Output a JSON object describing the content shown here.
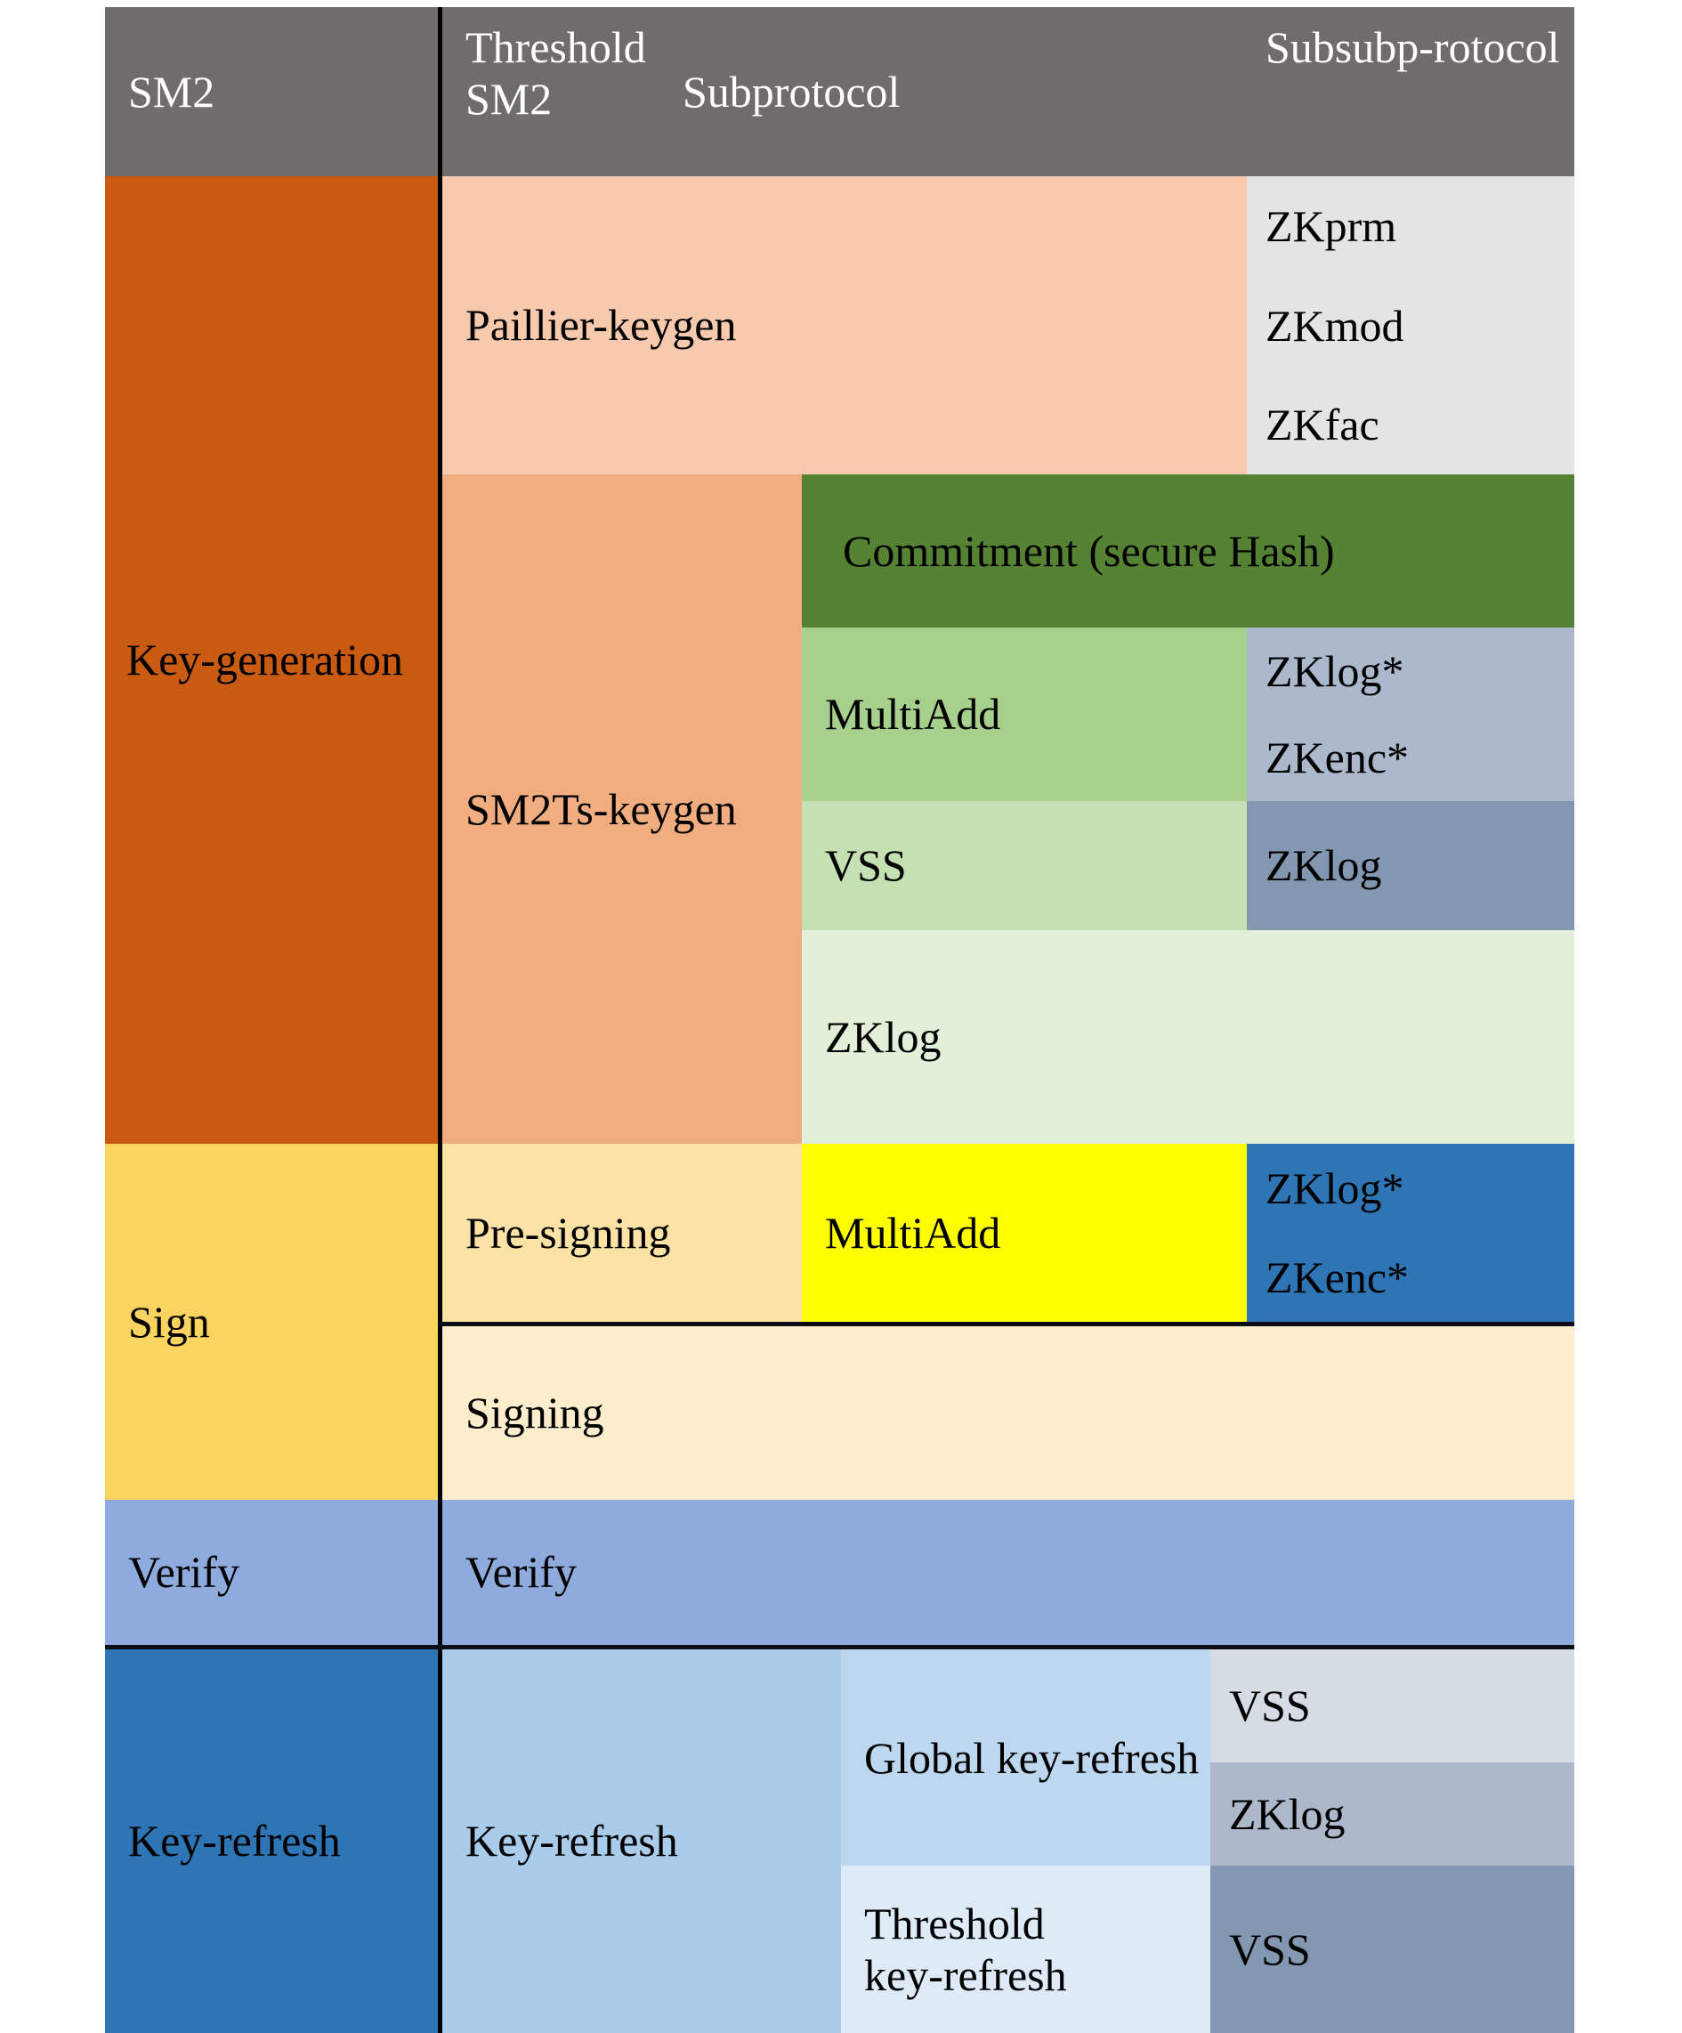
{
  "figure": {
    "kind": "table",
    "description": "SM2 / Threshold SM2 protocol decomposition table"
  },
  "colors": {
    "header_gray": "#706C6B",
    "keygen_orange": "#C85A12",
    "paillier_peach": "#F7CAAD",
    "sm2ts_peach": "#F1AD80",
    "zk_lightgray": "#E4E4E4",
    "commitment_green": "#568233",
    "multiadd_green": "#A8D08D",
    "vss_green": "#C5E0B3",
    "zklog_green": "#E2EFD9",
    "zk_bluegray_light": "#ACB9CD",
    "zk_bluegray_mid": "#8497B0",
    "sign_gold": "#FBD45F",
    "presign_lightgold": "#FCE2A4",
    "multiadd_yellow": "#FFFF00",
    "zk_blue": "#2E75B6",
    "signing_cream": "#FCEDCC",
    "verify_blue": "#8FAADC",
    "keyrefresh_blue": "#2E75B6",
    "keyrefresh_light": "#A9CCEA",
    "global_refresh": "#BDD7EE",
    "threshold_refresh": "#DEEAF6",
    "vss_gray_light": "#D5DCE4",
    "zklog_gray": "#ADB9CA",
    "vss_gray_mid": "#8497B0"
  },
  "header": {
    "col1": "SM2",
    "col2": "Threshold SM2",
    "col3": "Subprotocol",
    "col4": "Subsubp-rotocol"
  },
  "rows": {
    "keygen": {
      "level1": "Key-generation",
      "paillier": {
        "subprotocol": "Paillier-keygen",
        "subsub": [
          "ZKprm",
          "ZKmod",
          "ZKfac"
        ]
      },
      "sm2ts": {
        "subprotocol": "SM2Ts-keygen",
        "items": [
          {
            "label": "Commitment (secure Hash)",
            "subsub": []
          },
          {
            "label": "MultiAdd",
            "subsub": [
              "ZKlog*",
              "ZKenc*"
            ]
          },
          {
            "label": "VSS",
            "subsub": [
              "ZKlog"
            ]
          },
          {
            "label": "ZKlog",
            "subsub": []
          }
        ]
      }
    },
    "sign": {
      "level1": "Sign",
      "presigning": {
        "subprotocol": "Pre-signing",
        "item": "MultiAdd",
        "subsub": [
          "ZKlog*",
          "ZKenc*"
        ]
      },
      "signing": {
        "subprotocol": "Signing"
      }
    },
    "verify": {
      "level1": "Verify",
      "subprotocol": "Verify"
    },
    "keyrefresh": {
      "level1": "Key-refresh",
      "subprotocol": "Key-refresh",
      "items": [
        {
          "label": "Global key-refresh",
          "subsub": [
            "VSS",
            "ZKlog"
          ]
        },
        {
          "label": "Threshold key-refresh",
          "subsub": [
            "VSS"
          ]
        }
      ]
    }
  },
  "chart_data": {
    "type": "table",
    "title": "SM2 / Threshold SM2 protocol decomposition",
    "columns": [
      "SM2",
      "Threshold SM2",
      "Subprotocol",
      "Subsubprotocol"
    ],
    "rows": [
      [
        "Key-generation",
        "Paillier-keygen",
        "",
        "ZKprm"
      ],
      [
        "Key-generation",
        "Paillier-keygen",
        "",
        "ZKmod"
      ],
      [
        "Key-generation",
        "Paillier-keygen",
        "",
        "ZKfac"
      ],
      [
        "Key-generation",
        "SM2Ts-keygen",
        "Commitment (secure Hash)",
        ""
      ],
      [
        "Key-generation",
        "SM2Ts-keygen",
        "MultiAdd",
        "ZKlog*"
      ],
      [
        "Key-generation",
        "SM2Ts-keygen",
        "MultiAdd",
        "ZKenc*"
      ],
      [
        "Key-generation",
        "SM2Ts-keygen",
        "VSS",
        "ZKlog"
      ],
      [
        "Key-generation",
        "SM2Ts-keygen",
        "ZKlog",
        ""
      ],
      [
        "Sign",
        "Pre-signing",
        "MultiAdd",
        "ZKlog*"
      ],
      [
        "Sign",
        "Pre-signing",
        "MultiAdd",
        "ZKenc*"
      ],
      [
        "Sign",
        "Signing",
        "",
        ""
      ],
      [
        "Verify",
        "Verify",
        "",
        ""
      ],
      [
        "Key-refresh",
        "Key-refresh",
        "Global key-refresh",
        "VSS"
      ],
      [
        "Key-refresh",
        "Key-refresh",
        "Global key-refresh",
        "ZKlog"
      ],
      [
        "Key-refresh",
        "Key-refresh",
        "Threshold key-refresh",
        "VSS"
      ]
    ]
  }
}
